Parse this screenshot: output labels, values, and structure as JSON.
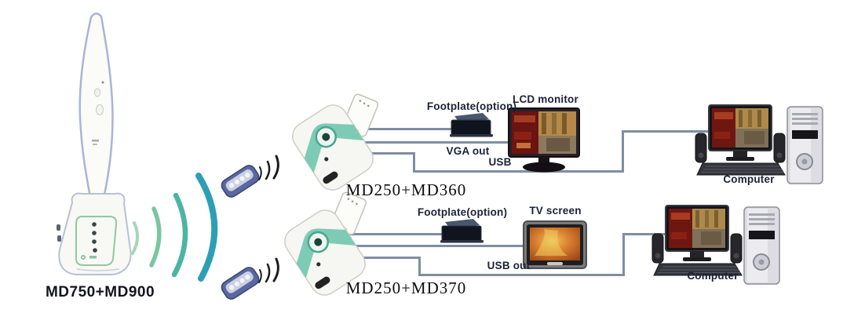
{
  "diagram": {
    "camera": {
      "label": "MD750+MD900"
    },
    "receiver_top": {
      "label": "MD250+MD360"
    },
    "receiver_bottom": {
      "label": "MD250+MD370"
    },
    "top_chain": {
      "footplate": "Footplate(option)",
      "display": "LCD monitor",
      "vga": "VGA out",
      "usb": "USB",
      "computer": "Computer"
    },
    "bottom_chain": {
      "footplate": "Footplate(option)",
      "display": "TV screen",
      "usb": "USB out",
      "computer": "Computer"
    },
    "colors": {
      "signal_arc_large": "#2d9fb5",
      "signal_arc_mid": "#4cb4a2",
      "signal_arc_small": "#a6d6b6",
      "receiver_accent": "#7ecbb5",
      "connection_line": "#7f8da3",
      "label_text": "#1b2138"
    }
  }
}
